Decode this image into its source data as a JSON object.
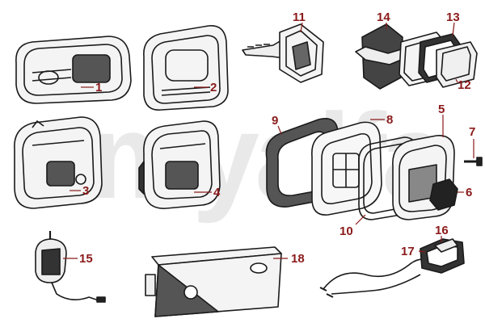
{
  "watermark": "myalfa",
  "colors": {
    "callout": "#8b1a1a",
    "ink": "#1a1a1a",
    "watermark": "#e9e9e9"
  },
  "parts": [
    {
      "id": "1",
      "name": "lamp-1"
    },
    {
      "id": "2",
      "name": "lamp-2"
    },
    {
      "id": "3",
      "name": "lamp-3"
    },
    {
      "id": "4",
      "name": "lamp-4"
    },
    {
      "id": "5",
      "name": "lamp-body-5"
    },
    {
      "id": "6",
      "name": "lens-6"
    },
    {
      "id": "7",
      "name": "screw-7"
    },
    {
      "id": "8",
      "name": "plate-8"
    },
    {
      "id": "9",
      "name": "gasket-9"
    },
    {
      "id": "10",
      "name": "seal-10"
    },
    {
      "id": "11",
      "name": "side-lamp-11"
    },
    {
      "id": "12",
      "name": "lens-12"
    },
    {
      "id": "13",
      "name": "gasket-13"
    },
    {
      "id": "14",
      "name": "base-14"
    },
    {
      "id": "15",
      "name": "sensor-15"
    },
    {
      "id": "16",
      "name": "cap-16"
    },
    {
      "id": "17",
      "name": "connector-17"
    },
    {
      "id": "18",
      "name": "bracket-18"
    }
  ]
}
